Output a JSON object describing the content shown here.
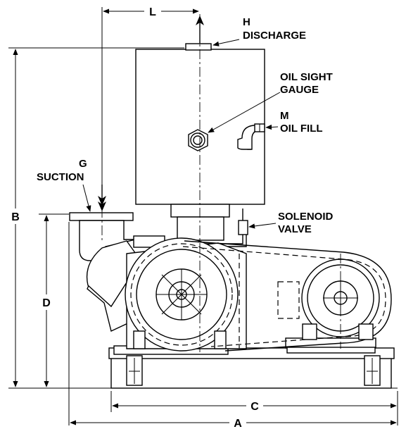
{
  "labels": {
    "discharge_letter": "H",
    "discharge": "DISCHARGE",
    "oil_sight_1": "OIL SIGHT",
    "oil_sight_2": "GAUGE",
    "oil_fill_letter": "M",
    "oil_fill": "OIL FILL",
    "suction_letter": "G",
    "suction": "SUCTION",
    "solenoid_1": "SOLENOID",
    "solenoid_2": "VALVE"
  },
  "dimensions": {
    "L": "L",
    "B": "B",
    "D": "D",
    "C": "C",
    "A": "A"
  },
  "colors": {
    "line": "#000000",
    "background": "#ffffff"
  }
}
